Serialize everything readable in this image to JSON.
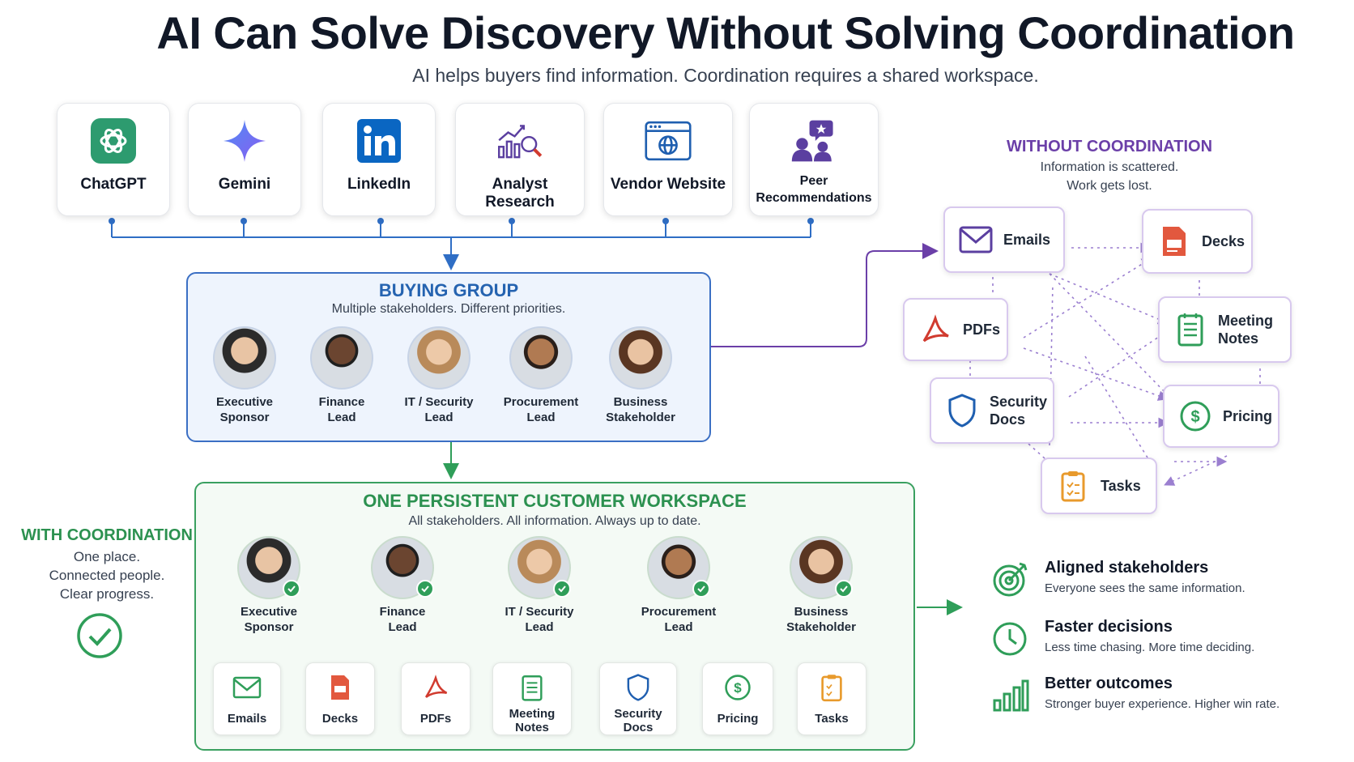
{
  "header": {
    "title": "AI Can Solve Discovery Without Solving Coordination",
    "subtitle": "AI helps buyers find information. Coordination requires a shared workspace."
  },
  "sources": [
    {
      "label": "ChatGPT",
      "icon": "chatgpt-logo-icon"
    },
    {
      "label": "Gemini",
      "icon": "gemini-sparkle-icon"
    },
    {
      "label": "LinkedIn",
      "icon": "linkedin-logo-icon"
    },
    {
      "label": "Analyst Research",
      "icon": "chart-magnifier-icon"
    },
    {
      "label": "Vendor Website",
      "icon": "browser-globe-icon"
    },
    {
      "label": "Peer Recommendations",
      "icon": "people-star-icon"
    }
  ],
  "buying_group": {
    "title": "BUYING GROUP",
    "subtitle": "Multiple stakeholders. Different priorities.",
    "people": [
      {
        "line1": "Executive",
        "line2": "Sponsor"
      },
      {
        "line1": "Finance",
        "line2": "Lead"
      },
      {
        "line1": "IT / Security",
        "line2": "Lead"
      },
      {
        "line1": "Procurement",
        "line2": "Lead"
      },
      {
        "line1": "Business",
        "line2": "Stakeholder"
      }
    ]
  },
  "workspace": {
    "title": "ONE PERSISTENT CUSTOMER WORKSPACE",
    "subtitle": "All stakeholders. All information. Always up to date.",
    "people": [
      {
        "line1": "Executive",
        "line2": "Sponsor"
      },
      {
        "line1": "Finance",
        "line2": "Lead"
      },
      {
        "line1": "IT / Security",
        "line2": "Lead"
      },
      {
        "line1": "Procurement",
        "line2": "Lead"
      },
      {
        "line1": "Business",
        "line2": "Stakeholder"
      }
    ],
    "items": [
      {
        "line1": "Emails",
        "line2": ""
      },
      {
        "line1": "Decks",
        "line2": ""
      },
      {
        "line1": "PDFs",
        "line2": ""
      },
      {
        "line1": "Meeting",
        "line2": "Notes"
      },
      {
        "line1": "Security",
        "line2": "Docs"
      },
      {
        "line1": "Pricing",
        "line2": ""
      },
      {
        "line1": "Tasks",
        "line2": ""
      }
    ]
  },
  "with_coordination": {
    "title": "WITH COORDINATION",
    "lines": [
      "One place.",
      "Connected people.",
      "Clear progress."
    ]
  },
  "without_coordination": {
    "title": "WITHOUT COORDINATION",
    "lines": [
      "Information is scattered.",
      "Work gets lost."
    ],
    "items": [
      {
        "line1": "Emails",
        "line2": ""
      },
      {
        "line1": "Decks",
        "line2": ""
      },
      {
        "line1": "PDFs",
        "line2": ""
      },
      {
        "line1": "Meeting",
        "line2": "Notes"
      },
      {
        "line1": "Security",
        "line2": "Docs"
      },
      {
        "line1": "Pricing",
        "line2": ""
      },
      {
        "line1": "Tasks",
        "line2": ""
      }
    ]
  },
  "benefits": [
    {
      "title": "Aligned stakeholders",
      "desc": "Everyone sees the same information.",
      "icon": "target-icon"
    },
    {
      "title": "Faster decisions",
      "desc": "Less time chasing. More time deciding.",
      "icon": "clock-icon"
    },
    {
      "title": "Better outcomes",
      "desc": "Stronger buyer experience. Higher win rate.",
      "icon": "bar-chart-icon"
    }
  ],
  "colors": {
    "blue": "#3b6fc4",
    "green": "#2f9e59",
    "purple": "#6b3fa8",
    "chatgpt": "#2d9b6f",
    "linkedin": "#0a66c2",
    "pdf_red": "#d13b2f",
    "tasks_orange": "#e89a2c"
  }
}
